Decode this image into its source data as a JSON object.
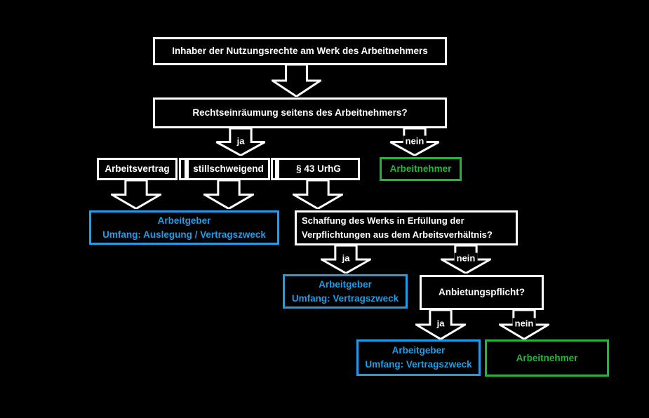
{
  "diagram": {
    "nodes": {
      "inhaber": {
        "label": "Inhaber der Nutzungsrechte am Werk des Arbeitnehmers"
      },
      "rechtseinraeumung": {
        "label": "Rechtseinräumung seitens des Arbeitnehmers?"
      },
      "arbeitsvertrag": {
        "label": "Arbeitsvertrag"
      },
      "stillschweigend": {
        "label": "stillschweigend"
      },
      "urhg": {
        "label": "§ 43 UrhG"
      },
      "arbeitnehmer1": {
        "label": "Arbeitnehmer"
      },
      "arbeitgeber1": {
        "title": "Arbeitgeber",
        "subtitle": "Umfang: Auslegung / Vertragszweck"
      },
      "schaffung": {
        "line1": "Schaffung des Werks in Erfüllung der",
        "line2": "Verpflichtungen aus dem Arbeitsverhältnis?"
      },
      "arbeitgeber2": {
        "title": "Arbeitgeber",
        "subtitle": "Umfang: Vertragszweck"
      },
      "anbietungspflicht": {
        "label": "Anbietungspflicht?"
      },
      "arbeitgeber3": {
        "title": "Arbeitgeber",
        "subtitle": "Umfang: Vertragszweck"
      },
      "arbeitnehmer2": {
        "label": "Arbeitnehmer"
      }
    },
    "edge_labels": {
      "ja": "ja",
      "nein": "nein"
    },
    "colors": {
      "background": "#000000",
      "line_white": "#ffffff",
      "employer_blue": "#1f9de9",
      "employee_green": "#28b43c"
    }
  }
}
